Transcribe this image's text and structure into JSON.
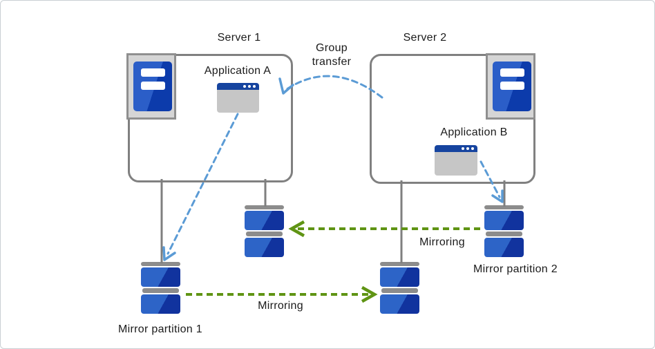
{
  "servers": [
    {
      "name": "Server 1",
      "app_label": "Application A"
    },
    {
      "name": "Server 2",
      "app_label": "Application B"
    }
  ],
  "labels": {
    "group_transfer": "Group transfer",
    "mirroring_bottom": "Mirroring",
    "mirroring_top": "Mirroring",
    "mirror_partition_1": "Mirror partition 1",
    "mirror_partition_2": "Mirror partition 2"
  },
  "colors": {
    "arrow_blue": "#5b9bd5",
    "arrow_green": "#5f9414",
    "disk_blue_light": "#2d64c7",
    "disk_blue_dark": "#11339e",
    "server_icon_blue_light": "#2b5ec8",
    "server_icon_blue_dark": "#0c3bab",
    "connector_gray": "#7f7f7f",
    "box_border_gray": "#808080",
    "disk_cap_gray": "#8c8c8c",
    "app_titlebar_blue": "#16449f",
    "app_body_gray": "#c6c6c6"
  }
}
